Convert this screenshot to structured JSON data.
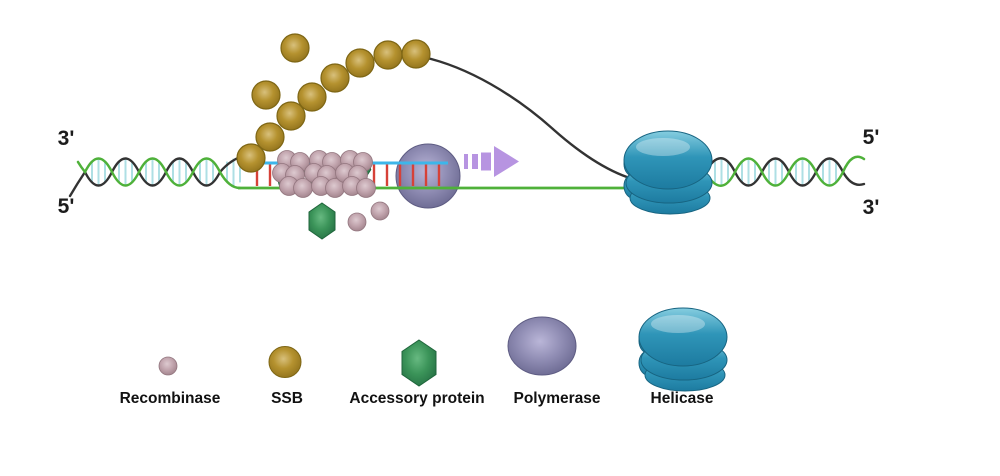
{
  "strand_labels": {
    "left_top": "3'",
    "left_bottom": "5'",
    "right_top": "5'",
    "right_bottom": "3'"
  },
  "legend": {
    "items": [
      {
        "id": "recombinase",
        "label": "Recombinase",
        "color": "#c1a4ad"
      },
      {
        "id": "ssb",
        "label": "SSB",
        "color": "#b5922f"
      },
      {
        "id": "accessory-protein",
        "label": "Accessory protein",
        "color": "#3b9459"
      },
      {
        "id": "polymerase",
        "label": "Polymerase",
        "color": "#8f8cb3"
      },
      {
        "id": "helicase",
        "label": "Helicase",
        "color": "#2f95b8"
      }
    ]
  },
  "diagram": {
    "colors": {
      "template_strand_green": "#4fb13a",
      "template_strand_black": "#333333",
      "base_pair_rungs_cyan": "#aedfe4",
      "new_strand_blue": "#3db6ea",
      "new_base_pair_rungs_red": "#d64138",
      "direction_arrow_purple": "#b794e1"
    }
  }
}
